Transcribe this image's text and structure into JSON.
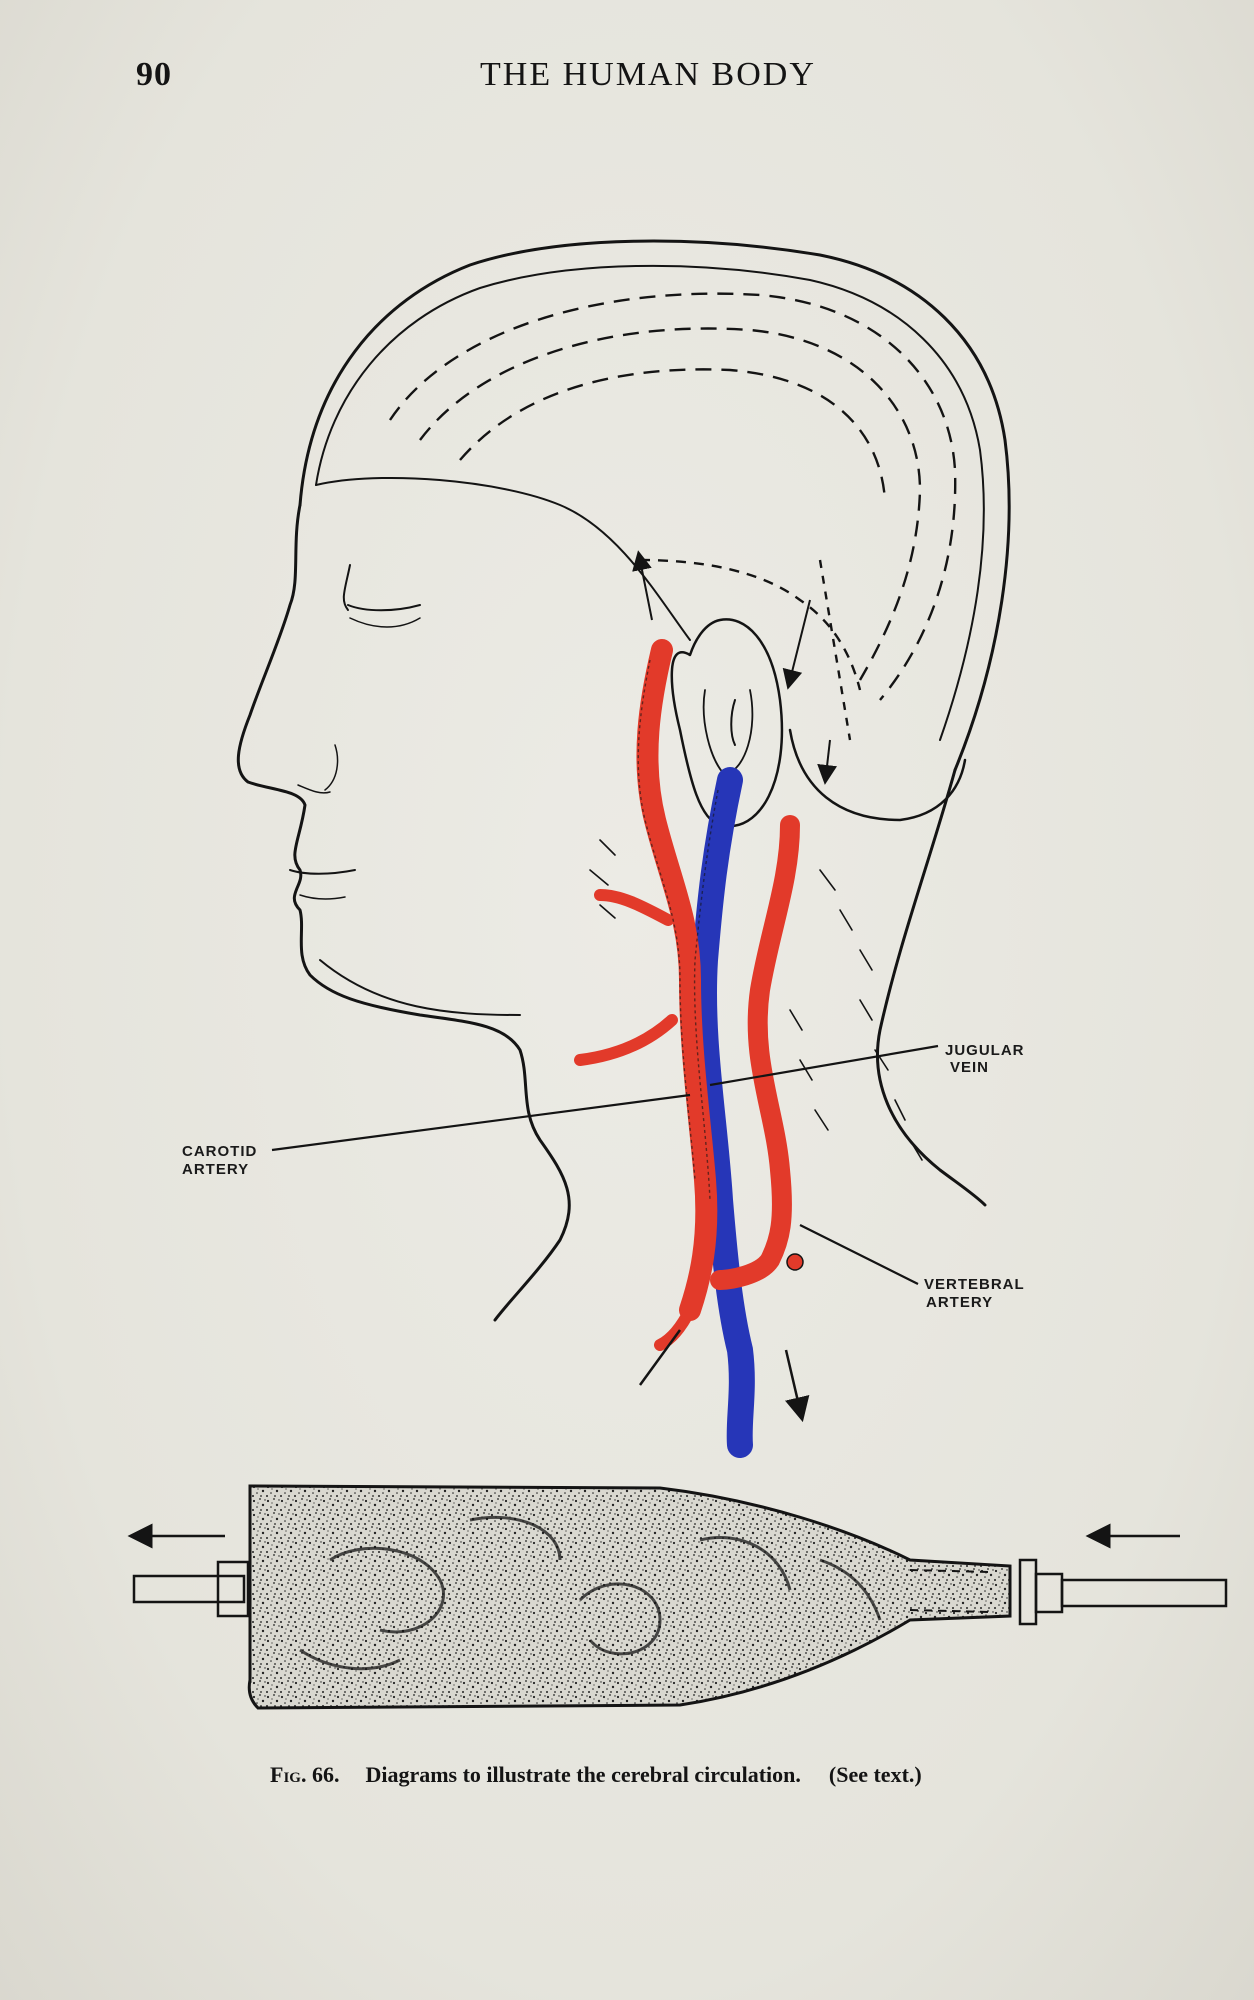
{
  "header": {
    "page_number": "90",
    "running_title": "THE HUMAN BODY"
  },
  "figure": {
    "labels": {
      "jugular": [
        "JUGULAR",
        "VEIN"
      ],
      "carotid": [
        "CAROTID",
        "ARTERY"
      ],
      "vertebral": [
        "VERTEBRAL",
        "ARTERY"
      ]
    },
    "colors": {
      "artery": "#e23a2a",
      "vein": "#2636b8",
      "ink": "#141414",
      "paper": "#e7e6df"
    }
  },
  "caption": {
    "fig_number": "Fig. 66.",
    "text": "Diagrams to illustrate the cerebral circulation.",
    "note": "(See text.)"
  }
}
